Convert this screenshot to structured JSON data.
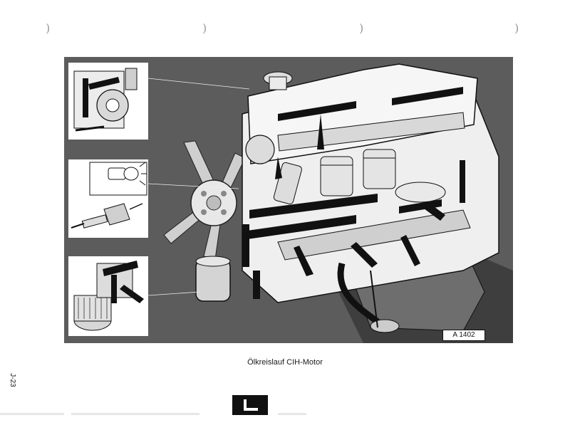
{
  "figure": {
    "reference_code": "A 1402",
    "caption": "Ölkreislauf CIH-Motor"
  },
  "page": {
    "number": "J-23"
  },
  "icons": {
    "punch_hole": "punch-hole-mark",
    "section_tab": "section-tab-marker",
    "warning_lamp": "oil-pressure-warning-lamp",
    "pressure_switch": "oil-pressure-switch",
    "oil_filter": "oil-filter"
  },
  "colors": {
    "figure_background": "#5c5c5c",
    "oil_arrows": "#111111",
    "engine_body": "#f2f2f2"
  }
}
